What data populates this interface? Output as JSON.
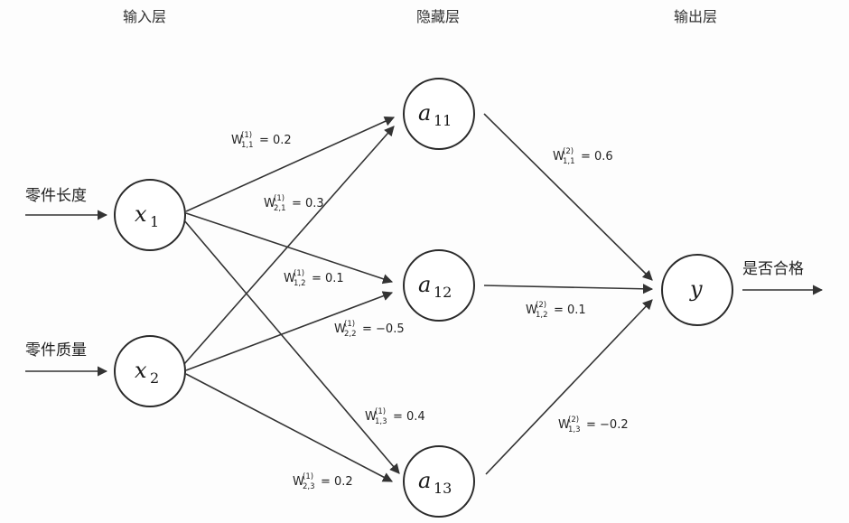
{
  "layers": {
    "input": "输入层",
    "hidden": "隐藏层",
    "output": "输出层"
  },
  "inputs": {
    "length": "零件长度",
    "mass": "零件质量"
  },
  "output_label": "是否合格",
  "nodes": {
    "x1": {
      "main": "x",
      "sub": "1"
    },
    "x2": {
      "main": "x",
      "sub": "2"
    },
    "a11": {
      "main": "a",
      "sub": "11"
    },
    "a12": {
      "main": "a",
      "sub": "12"
    },
    "a13": {
      "main": "a",
      "sub": "13"
    },
    "y": {
      "main": "y",
      "sub": ""
    }
  },
  "weights": {
    "w1_11": {
      "w": "W",
      "sup": "(1)",
      "sub": "1,1",
      "val": "= 0.2"
    },
    "w1_21": {
      "w": "W",
      "sup": "(1)",
      "sub": "2,1",
      "val": "= 0.3"
    },
    "w1_12": {
      "w": "W",
      "sup": "(1)",
      "sub": "1,2",
      "val": "= 0.1"
    },
    "w1_22": {
      "w": "W",
      "sup": "(1)",
      "sub": "2,2",
      "val": "= −0.5"
    },
    "w1_13": {
      "w": "W",
      "sup": "(1)",
      "sub": "1,3",
      "val": "= 0.4"
    },
    "w1_23": {
      "w": "W",
      "sup": "(1)",
      "sub": "2,3",
      "val": "= 0.2"
    },
    "w2_11": {
      "w": "W",
      "sup": "(2)",
      "sub": "1,1",
      "val": "= 0.6"
    },
    "w2_12": {
      "w": "W",
      "sup": "(2)",
      "sub": "1,2",
      "val": "= 0.1"
    },
    "w2_13": {
      "w": "W",
      "sup": "(2)",
      "sub": "1,3",
      "val": "= −0.2"
    }
  }
}
